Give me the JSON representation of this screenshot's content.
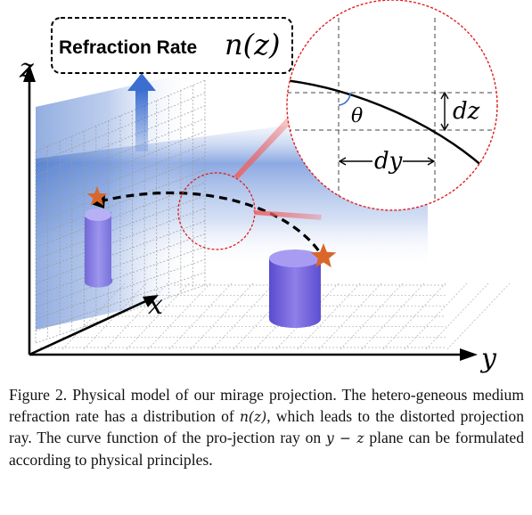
{
  "diagram": {
    "refraction_box_label": "Refraction Rate",
    "refraction_box_math": "n(z)",
    "axis_z": "z",
    "axis_x": "x",
    "axis_y": "y",
    "theta_label": "θ",
    "dz_label": "dz",
    "dy_label": "dy",
    "colors": {
      "medium_blue": "#2f64c4",
      "cylinder_purple": "#7b6fe0",
      "star_orange": "#d9672b",
      "zoom_circle_red": "#e02020",
      "arrow_blue": "#3c6ed0"
    }
  },
  "caption": {
    "prefix": "Figure 2.",
    "text_1": " Physical model of our mirage projection. The hetero-geneous medium refraction rate has a distribution of ",
    "math_1": "n(z)",
    "text_2": ", which leads to the distorted projection ray. The curve function of the pro-jection ray on ",
    "math_2": "y − z",
    "text_3": " plane can be formulated according to physical principles."
  }
}
